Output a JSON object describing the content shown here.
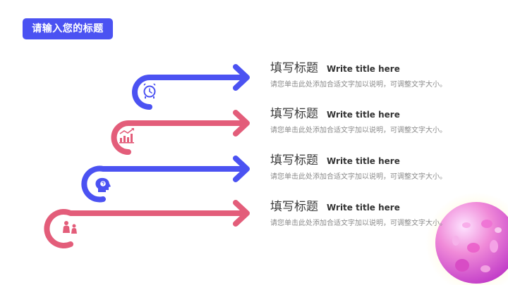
{
  "header": {
    "title": "请输入您的标题"
  },
  "colors": {
    "blue": "#4b52f2",
    "pink": "#e35d7a"
  },
  "items": [
    {
      "title_zh": "填写标题",
      "title_en": "Write title here",
      "desc": "请您单击此处添加合适文字加以说明，可调整文字大小。",
      "icon": "alarm-clock-icon",
      "color": "blue"
    },
    {
      "title_zh": "填写标题",
      "title_en": "Write title here",
      "desc": "请您单击此处添加合适文字加以说明，可调整文字大小。",
      "icon": "bar-chart-icon",
      "color": "pink"
    },
    {
      "title_zh": "填写标题",
      "title_en": "Write title here",
      "desc": "请您单击此处添加合适文字加以说明，可调整文字大小。",
      "icon": "head-question-icon",
      "color": "blue"
    },
    {
      "title_zh": "填写标题",
      "title_en": "Write title here",
      "desc": "请您单击此处添加合适文字加以说明，可调整文字大小。",
      "icon": "people-icon",
      "color": "pink"
    }
  ]
}
